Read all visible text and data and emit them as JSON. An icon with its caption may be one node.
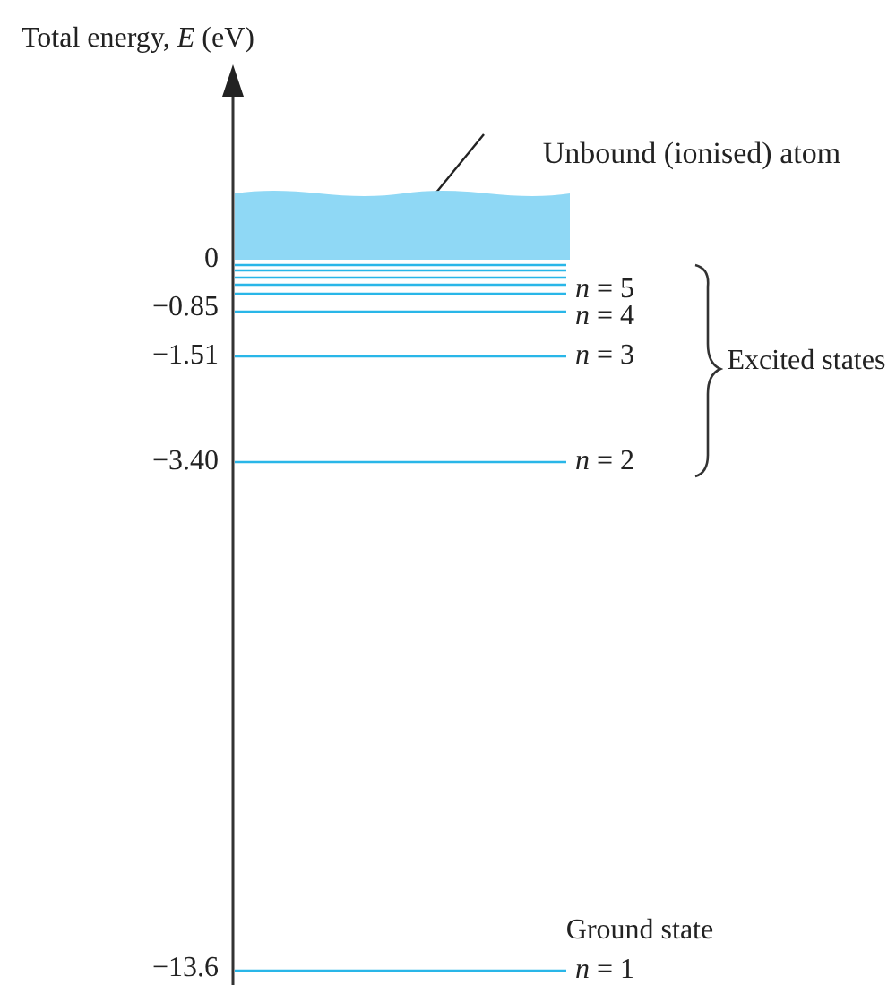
{
  "diagram": {
    "nodes": [
      {
        "text": [
          "Unbound (ionised) atom"
        ]
      },
      {
        "text": [],
        "shape": "box"
      }
    ],
    "edges": [
      {
        "from": 0,
        "to": 1,
        "arrow": "none"
      }
    ],
    "labels": [
      "Total energy, *E* (eV)",
      "0",
      "−0.85",
      "*n* = 5",
      "*n* = 4",
      "−1.51",
      "*n* = 3",
      "Excited states",
      "−3.40",
      "*n* = 2",
      "Ground state",
      "−13.6",
      "*n* = 1"
    ]
  }
}
